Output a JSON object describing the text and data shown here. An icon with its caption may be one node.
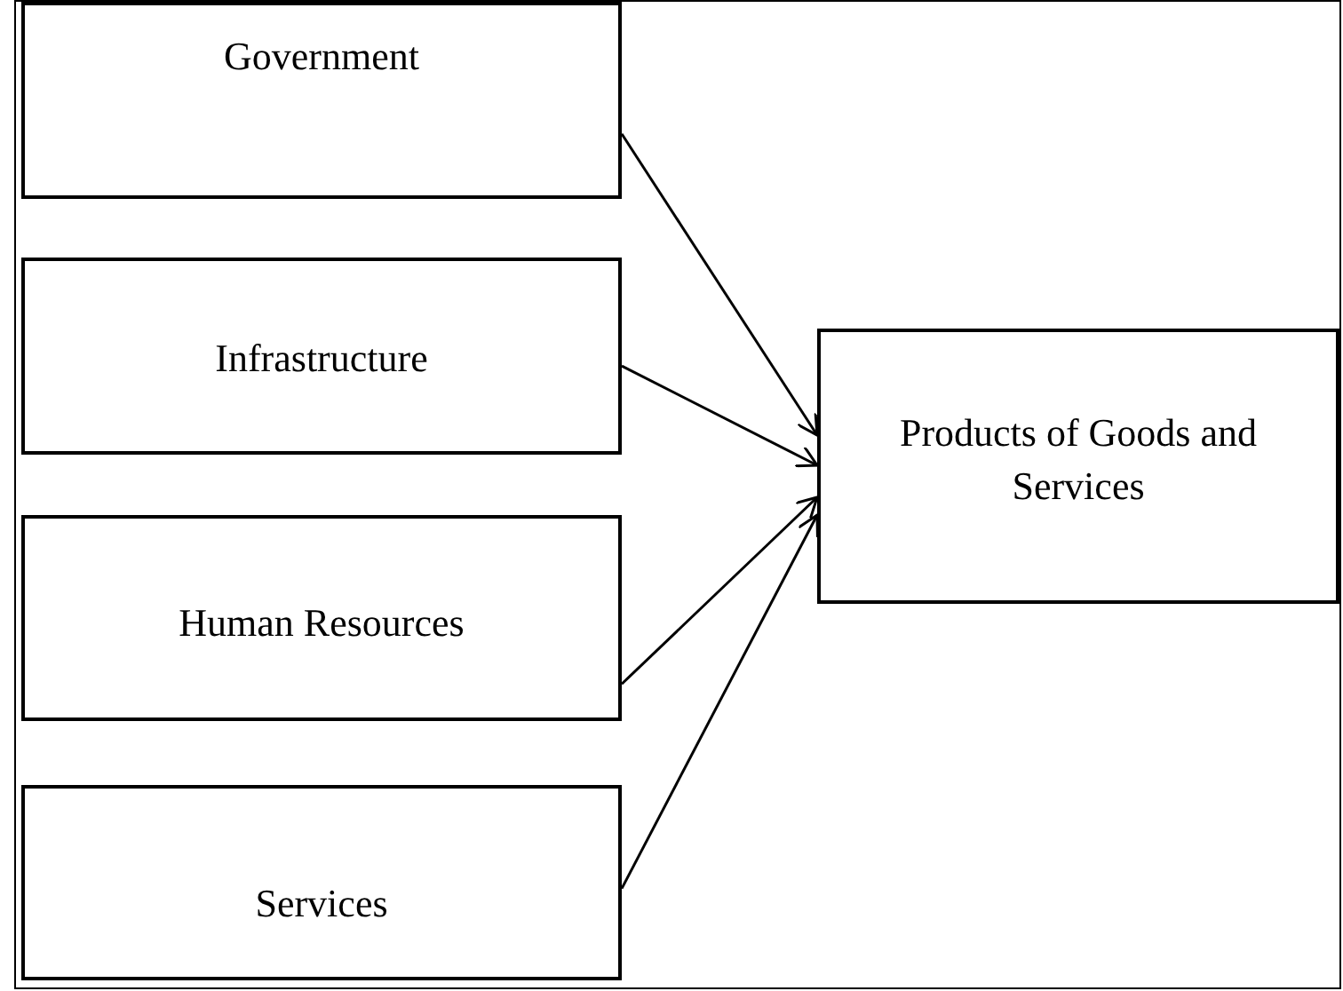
{
  "diagram": {
    "nodes": [
      {
        "text": [
          "Government"
        ]
      },
      {
        "text": [
          "Infrastructure"
        ]
      },
      {
        "text": [
          "Human Resources"
        ]
      },
      {
        "text": [
          "Services"
        ]
      },
      {
        "text": [
          "Products of Goods and Services"
        ]
      }
    ],
    "edges": [
      {
        "from": 0,
        "to": 4,
        "arrow": "to"
      },
      {
        "from": 1,
        "to": 4,
        "arrow": "to"
      },
      {
        "from": 2,
        "to": 4,
        "arrow": "to"
      },
      {
        "from": 3,
        "to": 4,
        "arrow": "to"
      }
    ]
  }
}
